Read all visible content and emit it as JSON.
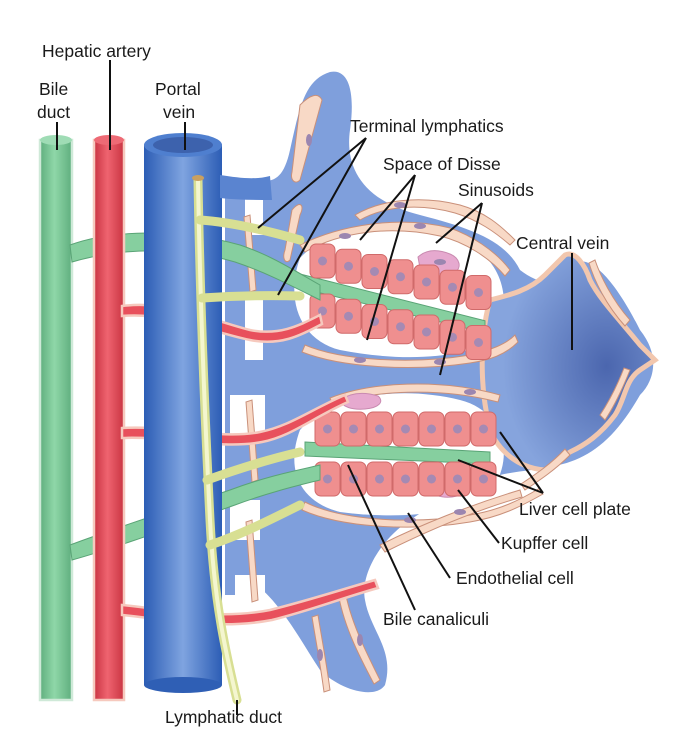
{
  "figure": {
    "subject": "Liver lobule microstructure",
    "labels": {
      "hepatic_artery": "Hepatic artery",
      "bile_duct_line1": "Bile",
      "bile_duct_line2": "duct",
      "portal_vein_line1": "Portal",
      "portal_vein_line2": "vein",
      "terminal_lymphatics": "Terminal lymphatics",
      "space_of_disse": "Space of Disse",
      "sinusoids": "Sinusoids",
      "central_vein": "Central vein",
      "liver_cell_plate": "Liver cell plate",
      "kupffer_cell": "Kupffer cell",
      "endothelial_cell": "Endothelial cell",
      "bile_canaliculi": "Bile canaliculi",
      "lymphatic_duct": "Lymphatic duct"
    },
    "colors": {
      "bile_duct": "#7cc596",
      "hepatic_artery": "#e04a57",
      "portal_vein": "#3f6fc4",
      "sinusoid_blood": "#7f9fdc",
      "lymphatic": "#dfe49c",
      "hepatocyte": "#ef8f8f",
      "endothelium": "#f8d9c6",
      "kupffer": "#e6a9cf",
      "central_vein": "#5a78c0"
    }
  }
}
